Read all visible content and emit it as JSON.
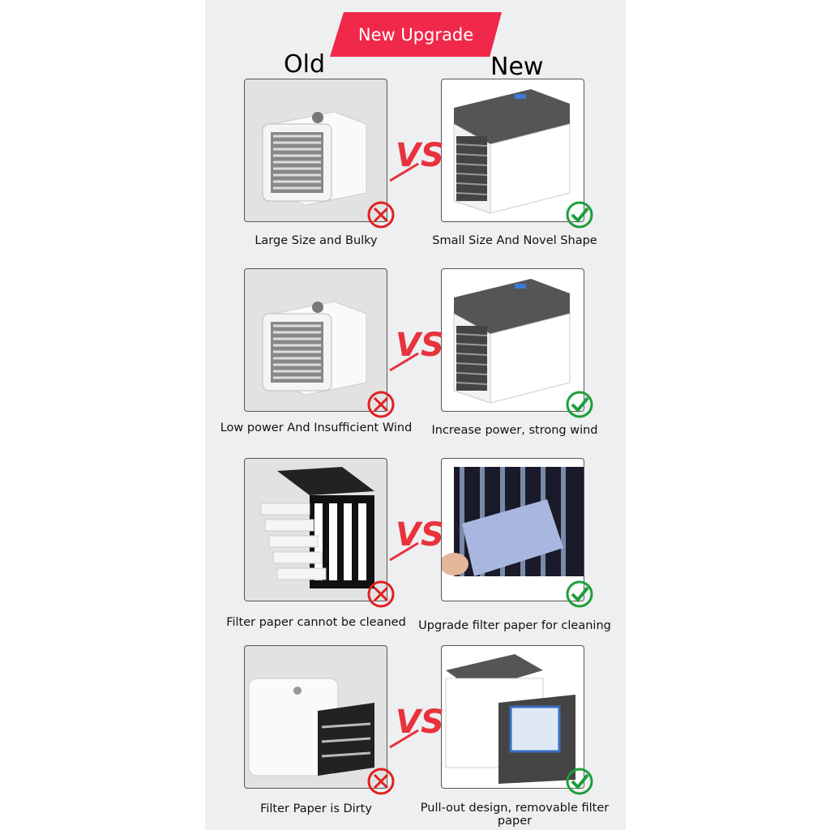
{
  "banner": "New Upgrade",
  "labels": {
    "old": "Old",
    "new": "New"
  },
  "vs_text": "VS",
  "rows": [
    {
      "old_caption": "Large Size and Bulky",
      "new_caption": "Small Size And Novel Shape"
    },
    {
      "old_caption": "Low power And Insufficient Wind",
      "new_caption": "Increase power, strong wind"
    },
    {
      "old_caption": "Filter paper cannot be cleaned",
      "new_caption": "Upgrade filter paper for cleaning"
    },
    {
      "old_caption": "Filter Paper is Dirty",
      "new_caption": "Pull-out design, removable filter paper"
    }
  ],
  "colors": {
    "banner": "#f0284a",
    "cross": "#e02020",
    "check": "#1e9e3a"
  }
}
